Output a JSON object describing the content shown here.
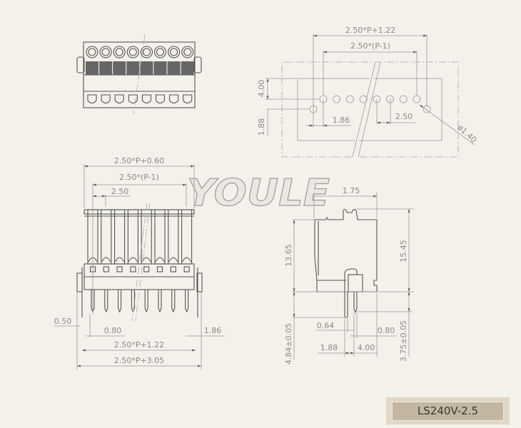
{
  "watermark": "YOULE",
  "model_label": "LS240V-2.5",
  "pcb_view": {
    "overall": "2.50*P+1.22",
    "hole_span": "2.50*(P-1)",
    "row_offset": "4.00",
    "edge_offset": "1.88",
    "offset_pitch": "1.86",
    "pitch": "2.50",
    "hole_dia": "ø1.40"
  },
  "front_view": {
    "width": "2.50*P+0.60",
    "span": "2.50*(P-1)",
    "pitch": "2.50",
    "tab": "0.50",
    "pin": "0.80",
    "side": "1.86",
    "pin_span": "2.50*P+1.22",
    "overall": "2.50*P+3.05"
  },
  "side_view": {
    "top": "1.75",
    "body_h": "13.65",
    "total_h": "15.45",
    "pin_long": "4.84±0.05",
    "pin_short": "3.75±0.05",
    "pin_w": "0.64",
    "pin_w2": "0.80",
    "offset": "1.88",
    "depth": "4.00"
  },
  "colors": {
    "background": "#f4f1ea",
    "label_bg": "#c3b6a2"
  }
}
